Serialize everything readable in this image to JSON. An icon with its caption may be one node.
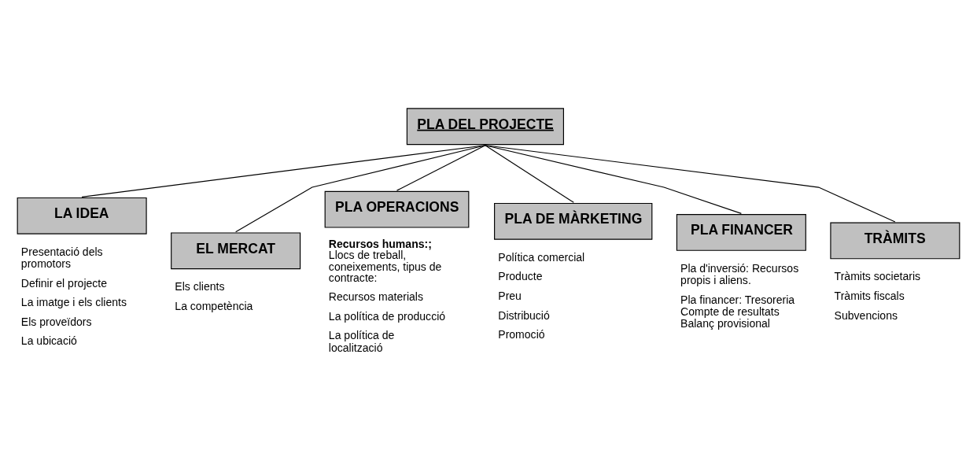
{
  "diagram": {
    "nodes": [
      {
        "text": [
          "PLA DEL PROJECTE"
        ]
      },
      {
        "text": [
          "LA IDEA"
        ],
        "beside": [
          "Presentació dels promotors",
          "Definir el projecte",
          "La imatge i els clients",
          "Els proveïdors",
          "La ubicació"
        ]
      },
      {
        "text": [
          "EL MERCAT"
        ],
        "beside": [
          "Els clients",
          "La competència"
        ]
      },
      {
        "text": [
          "PLA OPERACIONS"
        ],
        "beside": [
          "**Recursos humans:;** Llocs de treball, coneixements, tipus de contracte:",
          "Recursos materials",
          "La política de producció",
          "La política de localització"
        ]
      },
      {
        "text": [
          "PLA DE MÀRKETING"
        ],
        "beside": [
          "Política comercial",
          "Producte",
          "Preu",
          "Distribució",
          "Promoció"
        ]
      },
      {
        "text": [
          "PLA FINANCER"
        ],
        "beside": [
          "Pla d'inversió: Recursos propis i aliens.",
          "Pla financer: Tresoreria Compte de resultats Balanç provisional"
        ]
      },
      {
        "text": [
          "TRÀMITS"
        ],
        "beside": [
          "Tràmits societaris",
          "Tràmits fiscals",
          "Subvencions"
        ]
      }
    ],
    "edges": [
      {
        "from": 0,
        "to": 1,
        "arrow": "none"
      },
      {
        "from": 0,
        "to": 2,
        "arrow": "none"
      },
      {
        "from": 0,
        "to": 3,
        "arrow": "none"
      },
      {
        "from": 0,
        "to": 4,
        "arrow": "none"
      },
      {
        "from": 0,
        "to": 5,
        "arrow": "none"
      },
      {
        "from": 0,
        "to": 6,
        "arrow": "none"
      }
    ]
  }
}
